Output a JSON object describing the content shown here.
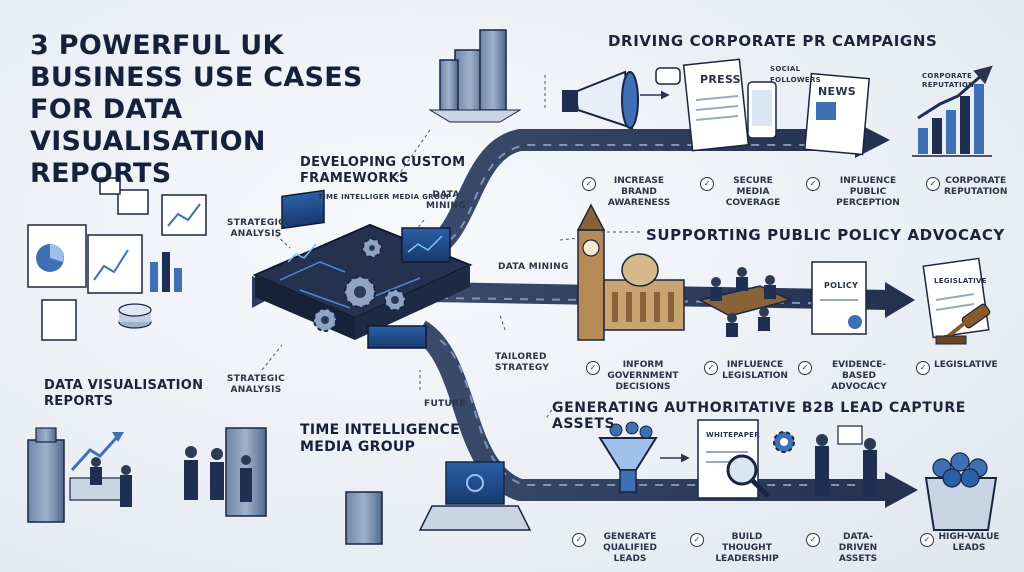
{
  "title": "3 POWERFUL UK BUSINESS USE CASES FOR DATA VISUALISATION REPORTS",
  "center": {
    "heading": "DEVELOPING CUSTOM FRAMEWORKS",
    "subheading": "TIME INTELLIGER MEDIA GROUP",
    "labels": {
      "strategic_analysis_top": "STRATEGIC ANALYSIS",
      "data_mining_top": "DATA MINING",
      "data_mining_mid": "DATA MINING",
      "tailored_strategy": "TAILORED STRATEGY",
      "strategic_analysis_bottom": "STRATEGIC ANALYSIS",
      "future": "FUTURE"
    }
  },
  "left": {
    "label": "DATA VISUALISATION REPORTS"
  },
  "bottom_center": {
    "label": "TIME INTELLIGENCE MEDIA GROUP"
  },
  "pr": {
    "heading": "DRIVING CORPORATE PR CAMPAIGNS",
    "social_followers": "SOCIAL FOLLOWERS",
    "press": "PRESS",
    "news": "NEWS",
    "chart_label": "CORPORATE REPUTATION",
    "outcomes": [
      "INCREASE BRAND AWARENESS",
      "SECURE MEDIA COVERAGE",
      "INFLUENCE PUBLIC PERCEPTION",
      "CORPORATE REPUTATION"
    ]
  },
  "policy": {
    "heading": "SUPPORTING PUBLIC POLICY ADVOCACY",
    "policy_doc": "POLICY",
    "legislative_doc": "LEGISLATIVE",
    "outcomes": [
      "INFORM GOVERNMENT DECISIONS",
      "INFLUENCE LEGISLATION",
      "EVIDENCE-BASED ADVOCACY",
      "LEGISLATIVE"
    ]
  },
  "b2b": {
    "heading": "GENERATING AUTHORITATIVE B2B LEAD CAPTURE ASSETS",
    "whitepaper": "WHITEPAPER",
    "outcomes": [
      "GENERATE QUALIFIED LEADS",
      "BUILD THOUGHT LEADERSHIP",
      "DATA-DRIVEN ASSETS",
      "HIGH-VALUE LEADS"
    ]
  },
  "colors": {
    "navy": "#1f2f52",
    "accent_blue": "#3f6fb5",
    "road": "#2b3a55"
  },
  "icons": [
    "megaphone-icon",
    "gear-icon",
    "funnel-icon",
    "gavel-icon",
    "check-icon",
    "dollar-coin-icon",
    "magnifier-icon",
    "big-ben-icon",
    "building-icon",
    "laptop-icon"
  ]
}
